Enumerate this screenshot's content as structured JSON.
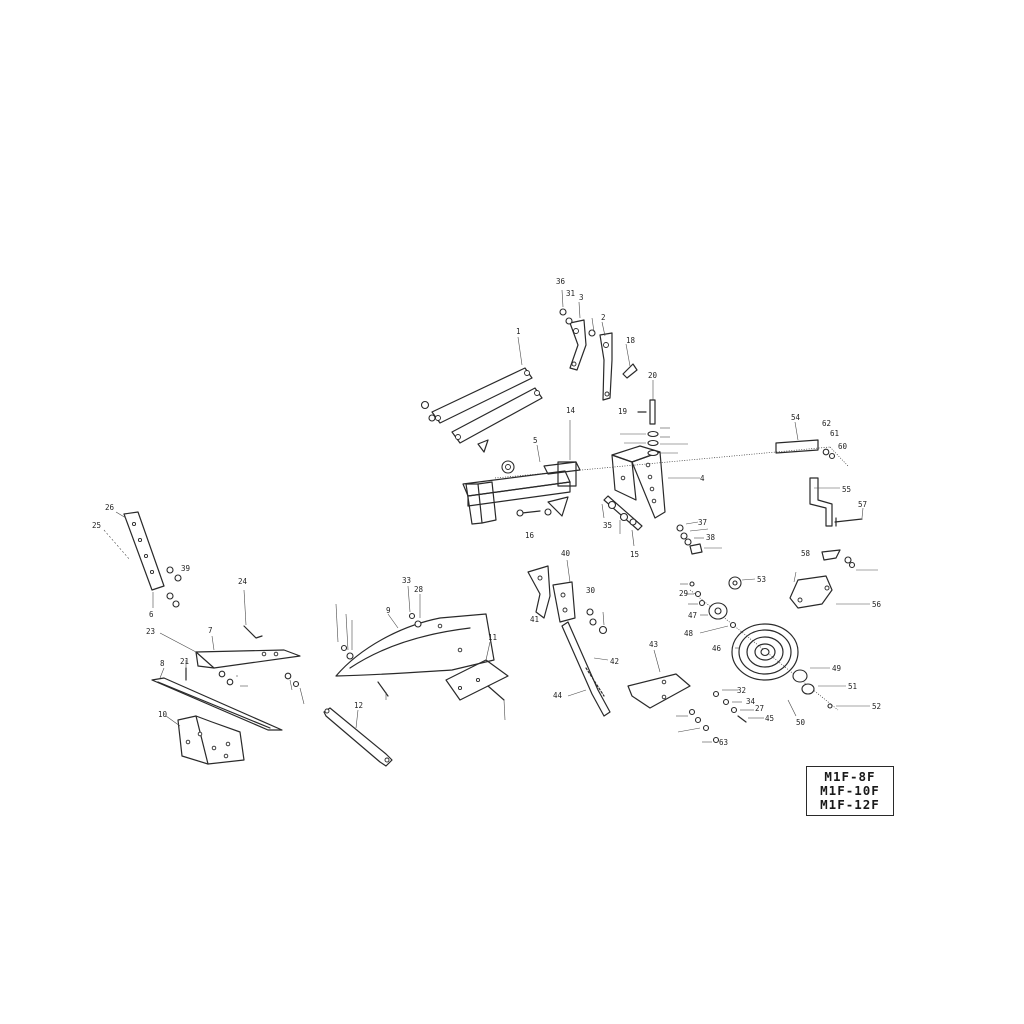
{
  "models": [
    "M1F-8F",
    "M1F-10F",
    "M1F-12F"
  ],
  "callouts": [
    "1",
    "2",
    "3",
    "4",
    "5",
    "6",
    "7",
    "8",
    "9",
    "10",
    "11",
    "12",
    "14",
    "15",
    "16",
    "18",
    "19",
    "20",
    "21",
    "23",
    "24",
    "25",
    "26",
    "27",
    "28",
    "29",
    "30",
    "31",
    "32",
    "33",
    "34",
    "35",
    "36",
    "37",
    "38",
    "39",
    "40",
    "41",
    "42",
    "43",
    "44",
    "45",
    "46",
    "47",
    "48",
    "49",
    "50",
    "51",
    "52",
    "53",
    "54",
    "55",
    "56",
    "57",
    "58",
    "60",
    "61",
    "62",
    "63"
  ]
}
